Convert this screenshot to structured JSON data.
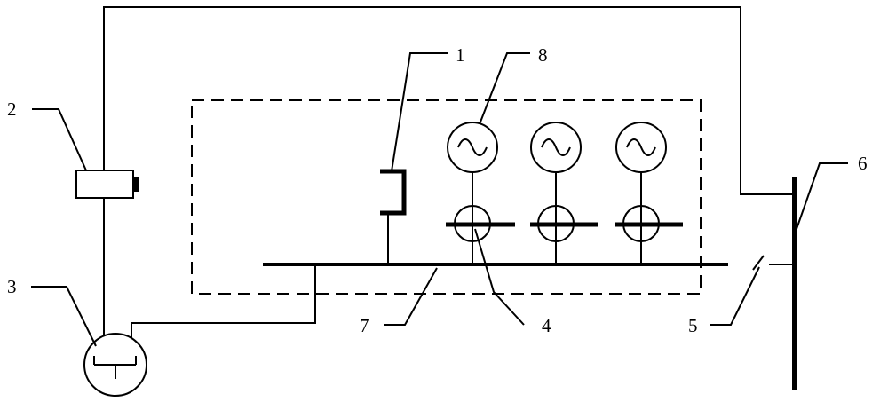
{
  "diagram": {
    "labels": {
      "n1": "1",
      "n2": "2",
      "n3": "3",
      "n4": "4",
      "n5": "5",
      "n6": "6",
      "n7": "7",
      "n8": "8"
    },
    "colors": {
      "stroke": "#000000",
      "background": "#ffffff"
    },
    "icons": [
      "capacitor-icon",
      "generator-icon",
      "transformer-icon",
      "meter-icon",
      "sensor-icon",
      "switch-icon"
    ]
  }
}
